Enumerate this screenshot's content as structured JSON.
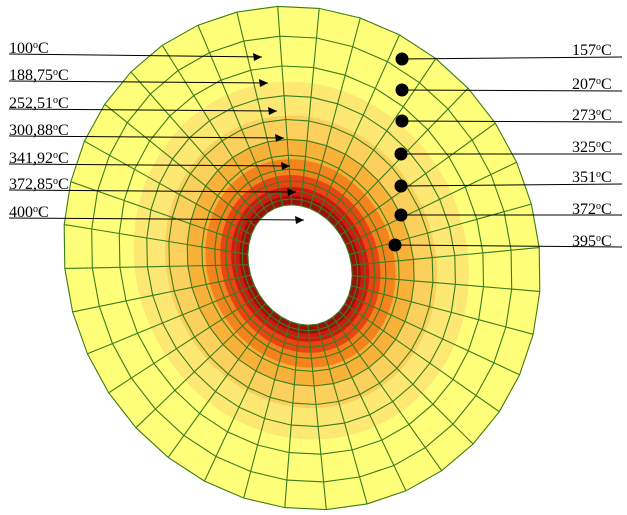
{
  "left_labels": [
    {
      "value": "100",
      "unit_prefix": "o",
      "unit": "C"
    },
    {
      "value": "188,75",
      "unit_prefix": "o",
      "unit": "C"
    },
    {
      "value": "252,51",
      "unit_prefix": "o",
      "unit": "C"
    },
    {
      "value": "300,88",
      "unit_prefix": "o",
      "unit": "C"
    },
    {
      "value": "341,92",
      "unit_prefix": "o",
      "unit": "C"
    },
    {
      "value": "372,85",
      "unit_prefix": "o",
      "unit": "C"
    },
    {
      "value": "400",
      "unit_prefix": "o",
      "unit": "C"
    }
  ],
  "right_labels": [
    {
      "value": "157",
      "unit_prefix": "o",
      "unit": "C"
    },
    {
      "value": "207",
      "unit_prefix": "o",
      "unit": "C"
    },
    {
      "value": "273",
      "unit_prefix": "o",
      "unit": "C"
    },
    {
      "value": "325",
      "unit_prefix": "o",
      "unit": "C"
    },
    {
      "value": "351",
      "unit_prefix": "o",
      "unit": "C"
    },
    {
      "value": "372",
      "unit_prefix": "o",
      "unit": "C"
    },
    {
      "value": "395",
      "unit_prefix": "o",
      "unit": "C"
    }
  ],
  "colors": {
    "mesh": "#3a7d1e",
    "band1": "#ffff7a",
    "band2": "#fde873",
    "band3": "#fbd05c",
    "band4": "#f8b23a",
    "band5": "#f3831d",
    "band6": "#e84515",
    "band7": "#cc1b10",
    "band8": "#9e0f0c",
    "hole": "#ffffff"
  }
}
